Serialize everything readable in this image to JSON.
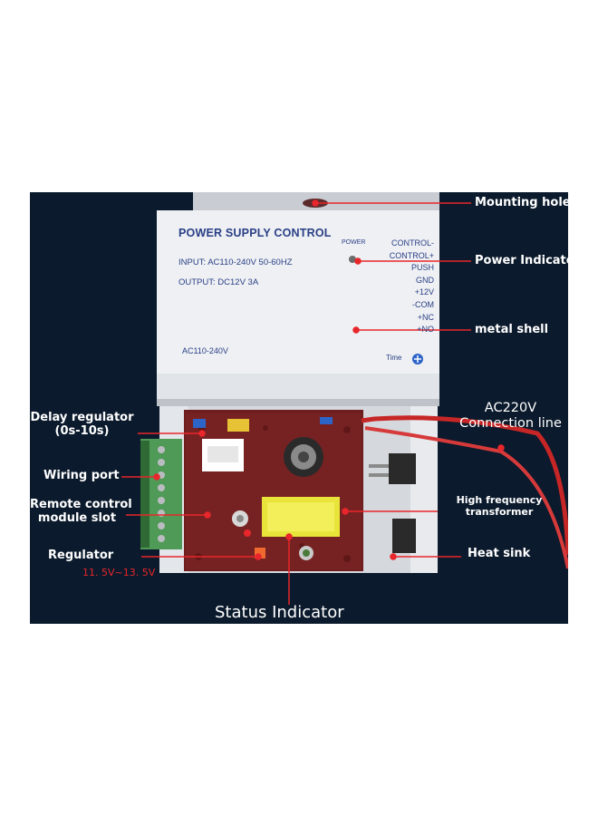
{
  "panel": {
    "title": "POWER SUPPLY CONTROL",
    "input": "INPUT: AC110-240V  50-60HZ",
    "output": "OUTPUT:  DC12V   3A",
    "power_led": "POWER",
    "ac": "AC110-240V",
    "terminals": [
      "CONTROL-",
      "CONTROL+",
      "PUSH",
      "GND",
      "+12V",
      "-COM",
      "+NC",
      "+NO"
    ],
    "time": "Time"
  },
  "callouts": {
    "mounting_hole": "Mounting hole",
    "power_indicator": "Power Indicator",
    "metal_shell": "metal shell",
    "ac220v_line1": "AC220V",
    "ac220v_line2": "Connection line",
    "delay_line1": "Delay regulator",
    "delay_line2": "(0s-10s)",
    "wiring_port": "Wiring port",
    "remote_line1": "Remote control",
    "remote_line2": "module slot",
    "hf_line1": "High frequency",
    "hf_line2": "transformer",
    "regulator": "Regulator",
    "regulator_range": "11. 5V~13. 5V",
    "heat_sink": "Heat sink",
    "status_indicator": "Status Indicator"
  },
  "colors": {
    "background": "#0b1a2c",
    "pointer": "#e8262b",
    "label": "#ffffff",
    "panel_text": "#2a3f86",
    "pcb": "#6e1e1e",
    "terminal_block": "#4f9a56",
    "transformer": "#e9e43a"
  }
}
